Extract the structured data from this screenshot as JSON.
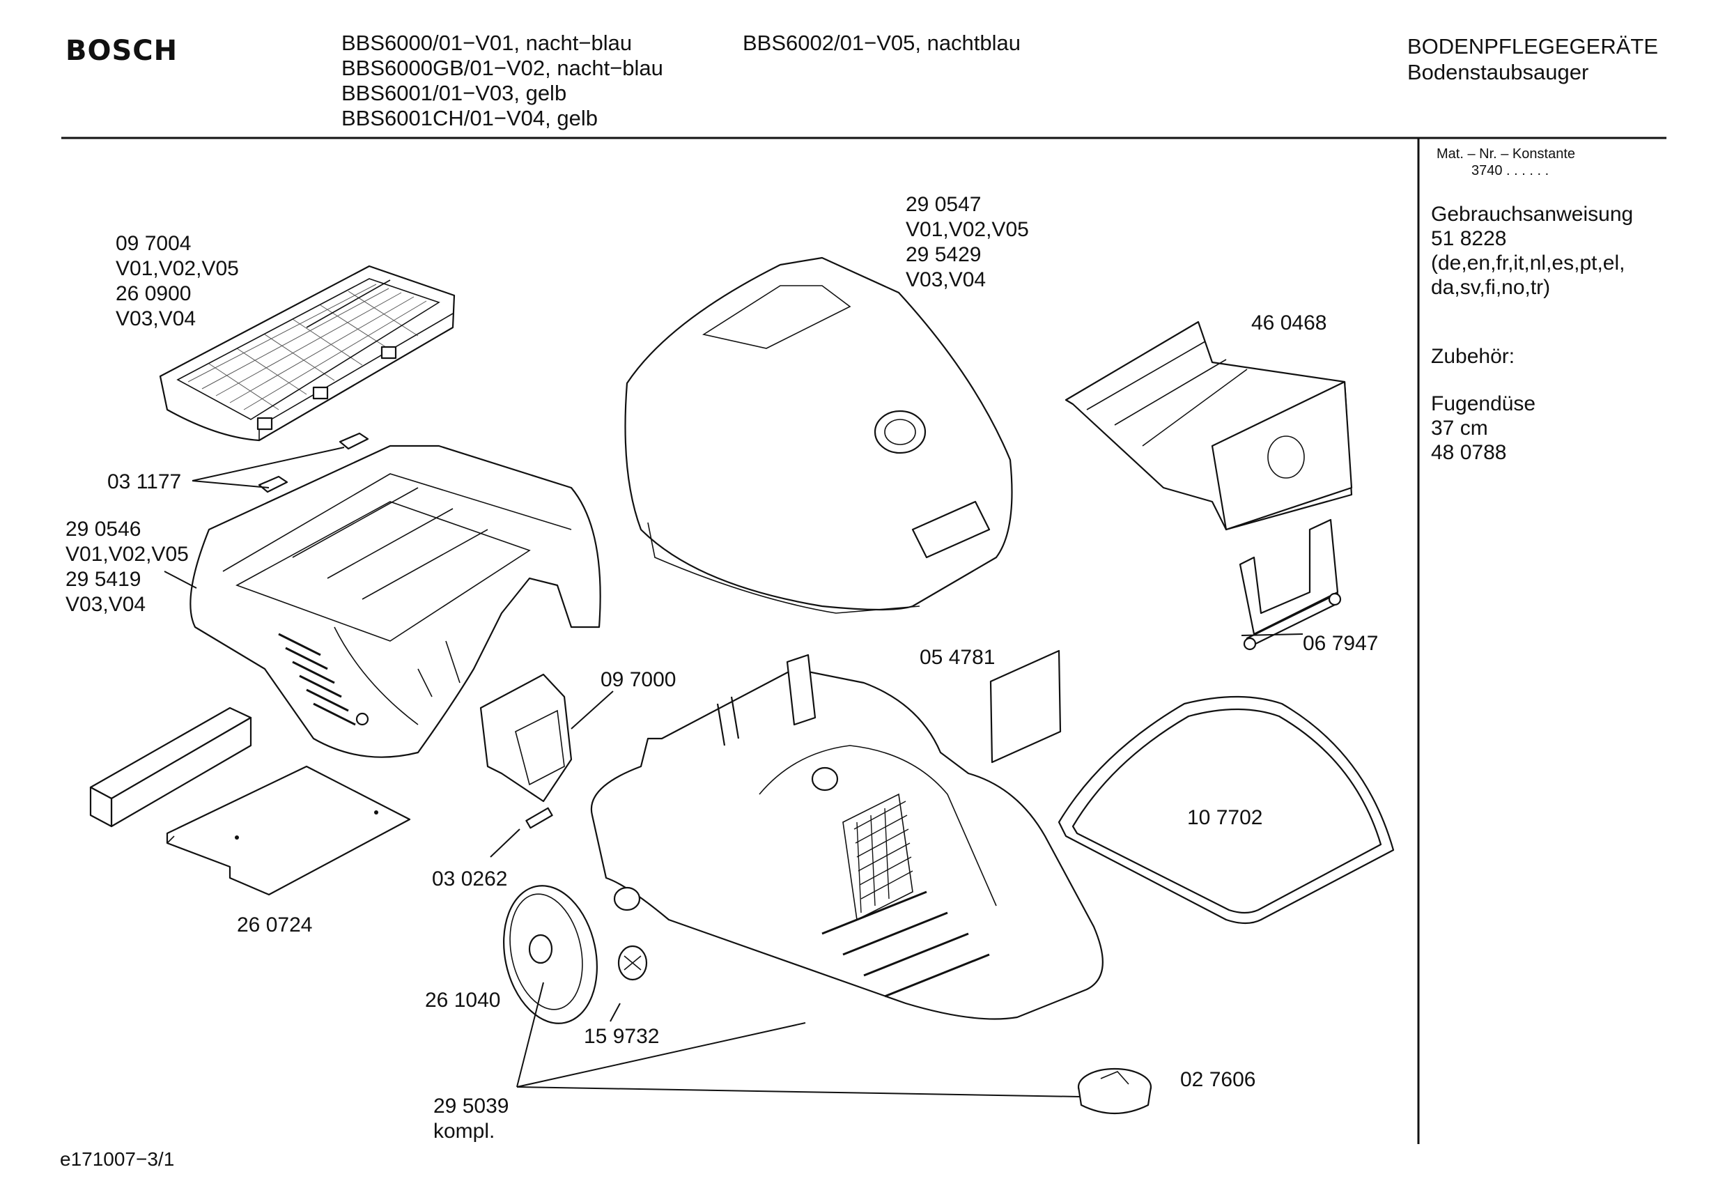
{
  "header": {
    "brand": "BOSCH",
    "models_col1": [
      "BBS6000/01−V01, nacht−blau",
      "BBS6000GB/01−V02, nacht−blau",
      "BBS6001/01−V03, gelb",
      "BBS6001CH/01−V04, gelb"
    ],
    "models_col2": [
      "BBS6002/01−V05, nachtblau"
    ],
    "category_line1": "BODENPFLEGEGERÄTE",
    "category_line2": "Bodenstaubsauger"
  },
  "sidebar": {
    "mat_label": "Mat. – Nr. – Konstante",
    "mat_value": "3740 . . . . . .",
    "manual_title": "Gebrauchsanweisung",
    "manual_number": "51 8228",
    "manual_languages_1": "(de,en,fr,it,nl,es,pt,el,",
    "manual_languages_2": "da,sv,fi,no,tr)",
    "accessories_title": "Zubehör:",
    "accessory_name": "Fugendüse",
    "accessory_size": "37 cm",
    "accessory_number": "48 0788"
  },
  "parts": {
    "filter_cover": [
      "09 7004",
      "V01,V02,V05",
      "26 0900",
      "V03,V04"
    ],
    "clips": [
      "03 1177"
    ],
    "housing_top": [
      "29 0546",
      "V01,V02,V05",
      "29 5419",
      "V03,V04"
    ],
    "filter_sheet": [
      "26 0724"
    ],
    "lid": [
      "29 0547",
      "V01,V02,V05",
      "29 5429",
      "V03,V04"
    ],
    "dust_bag": [
      "46 0468"
    ],
    "bag_holder": [
      "06 7947"
    ],
    "valve": [
      "09 7000"
    ],
    "pin": [
      "03 0262"
    ],
    "motor_filter": [
      "05 4781"
    ],
    "seal": [
      "10 7702"
    ],
    "wheel": [
      "26 1040"
    ],
    "wheel_hub": [
      "15 9732"
    ],
    "base_complete": [
      "29 5039",
      "kompl."
    ],
    "caster": [
      "02 7606"
    ]
  },
  "footer": {
    "drawing_number": "e171007−3/1"
  }
}
